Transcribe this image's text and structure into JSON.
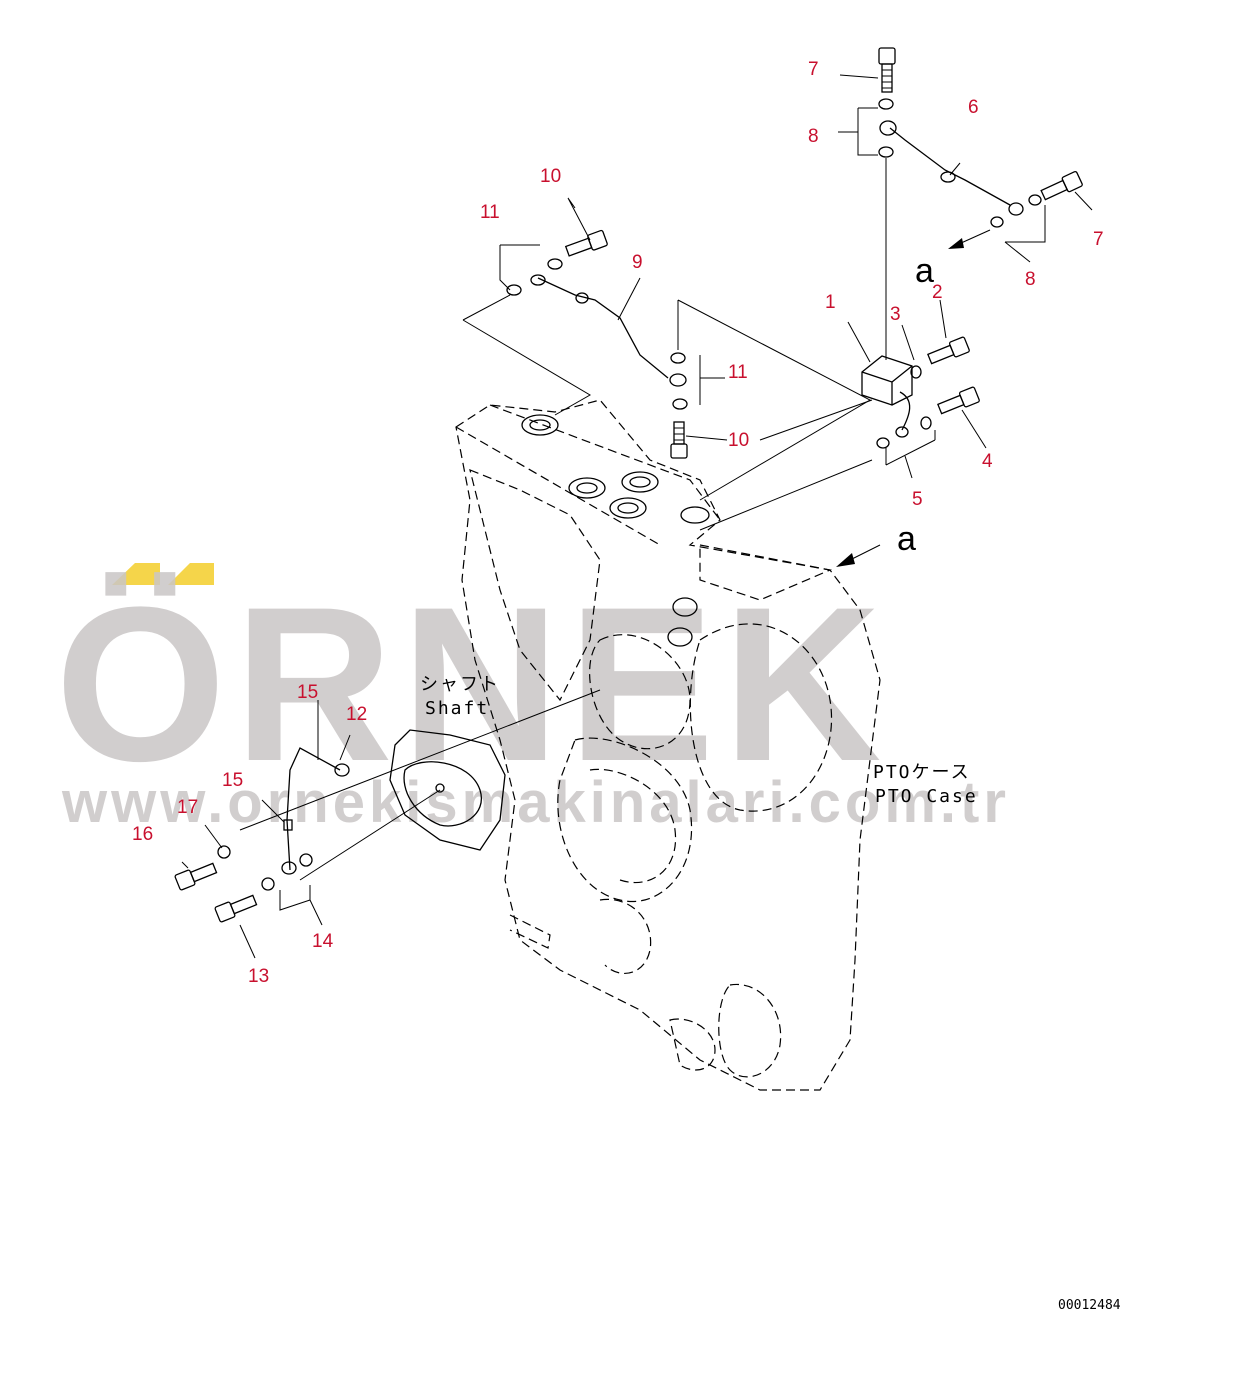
{
  "colors": {
    "callout": "#c8102e",
    "line": "#000000",
    "watermark": "#c9c6c5",
    "watermark_accent": "#f5d54a"
  },
  "watermark": {
    "brand": "ÖRNEK",
    "url": "www.ornekismakinalari.com.tr"
  },
  "labels": {
    "shaft_jp": "シャフト",
    "shaft_en": "Shaft",
    "pto_jp": "PTOケース",
    "pto_en": "PTO Case",
    "view_a_top": "a",
    "view_a_mid": "a",
    "drawing_no": "00012484"
  },
  "callouts": [
    "7",
    "6",
    "8",
    "10",
    "11",
    "9",
    "7",
    "a",
    "8",
    "1",
    "3",
    "2",
    "11",
    "10",
    "4",
    "5",
    "15",
    "12",
    "15",
    "17",
    "16",
    "14",
    "13"
  ]
}
